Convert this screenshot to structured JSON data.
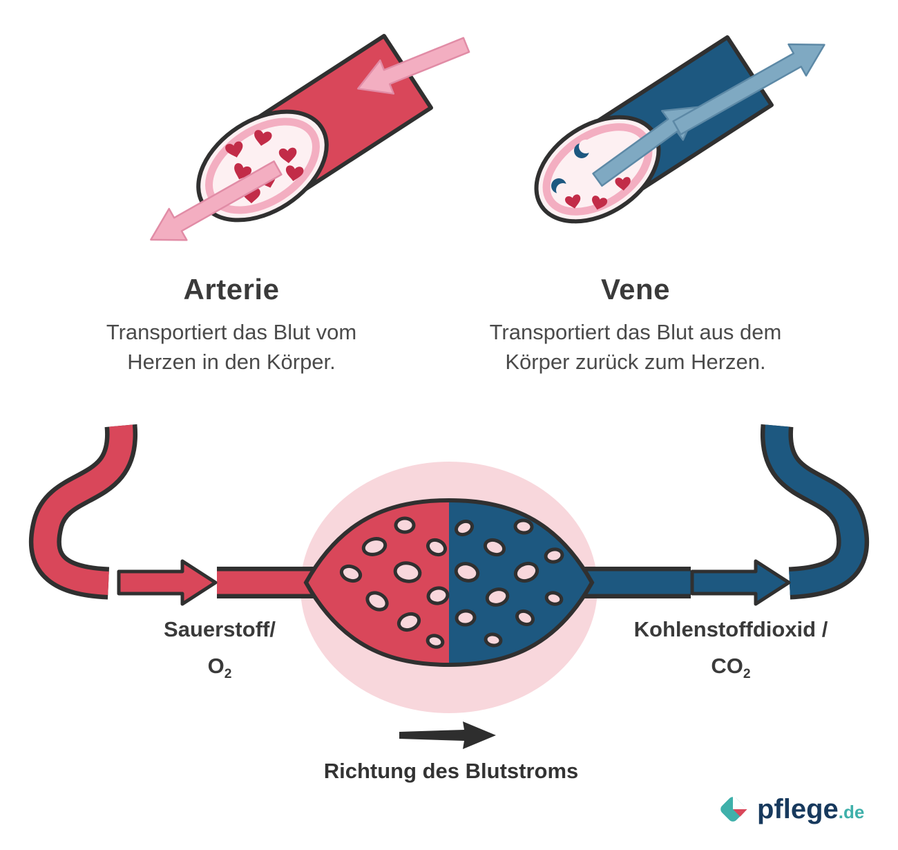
{
  "vessels": {
    "artery": {
      "title": "Arterie",
      "lines": [
        "Transportiert das Blut vom",
        "Herzen in den Körper."
      ]
    },
    "vein": {
      "title": "Vene",
      "lines": [
        "Transportiert das Blut aus dem",
        "Körper zurück zum Herzen."
      ]
    }
  },
  "exchange": {
    "oxygen_label": "Sauerstoff/",
    "oxygen_formula_base": "O",
    "oxygen_formula_sub": "2",
    "co2_label": "Kohlenstoffdioxid /",
    "co2_formula_base": "CO",
    "co2_formula_sub": "2",
    "flow_direction_label": "Richtung des Blutstroms"
  },
  "branding": {
    "logo_text": "pflege",
    "logo_suffix": ".de"
  },
  "colors": {
    "artery_red": "#d9475a",
    "blood_cell_red": "#c22c48",
    "vein_blue": "#1d5880",
    "arrow_pink": "#f3aec1",
    "arrow_light_blue": "#7fa9c2",
    "capillary_pink": "#f8d7dc",
    "vessel_interior": "#fdf0f2",
    "outline": "#303030",
    "logo_navy": "#17395d",
    "logo_teal": "#3fb0aa"
  }
}
